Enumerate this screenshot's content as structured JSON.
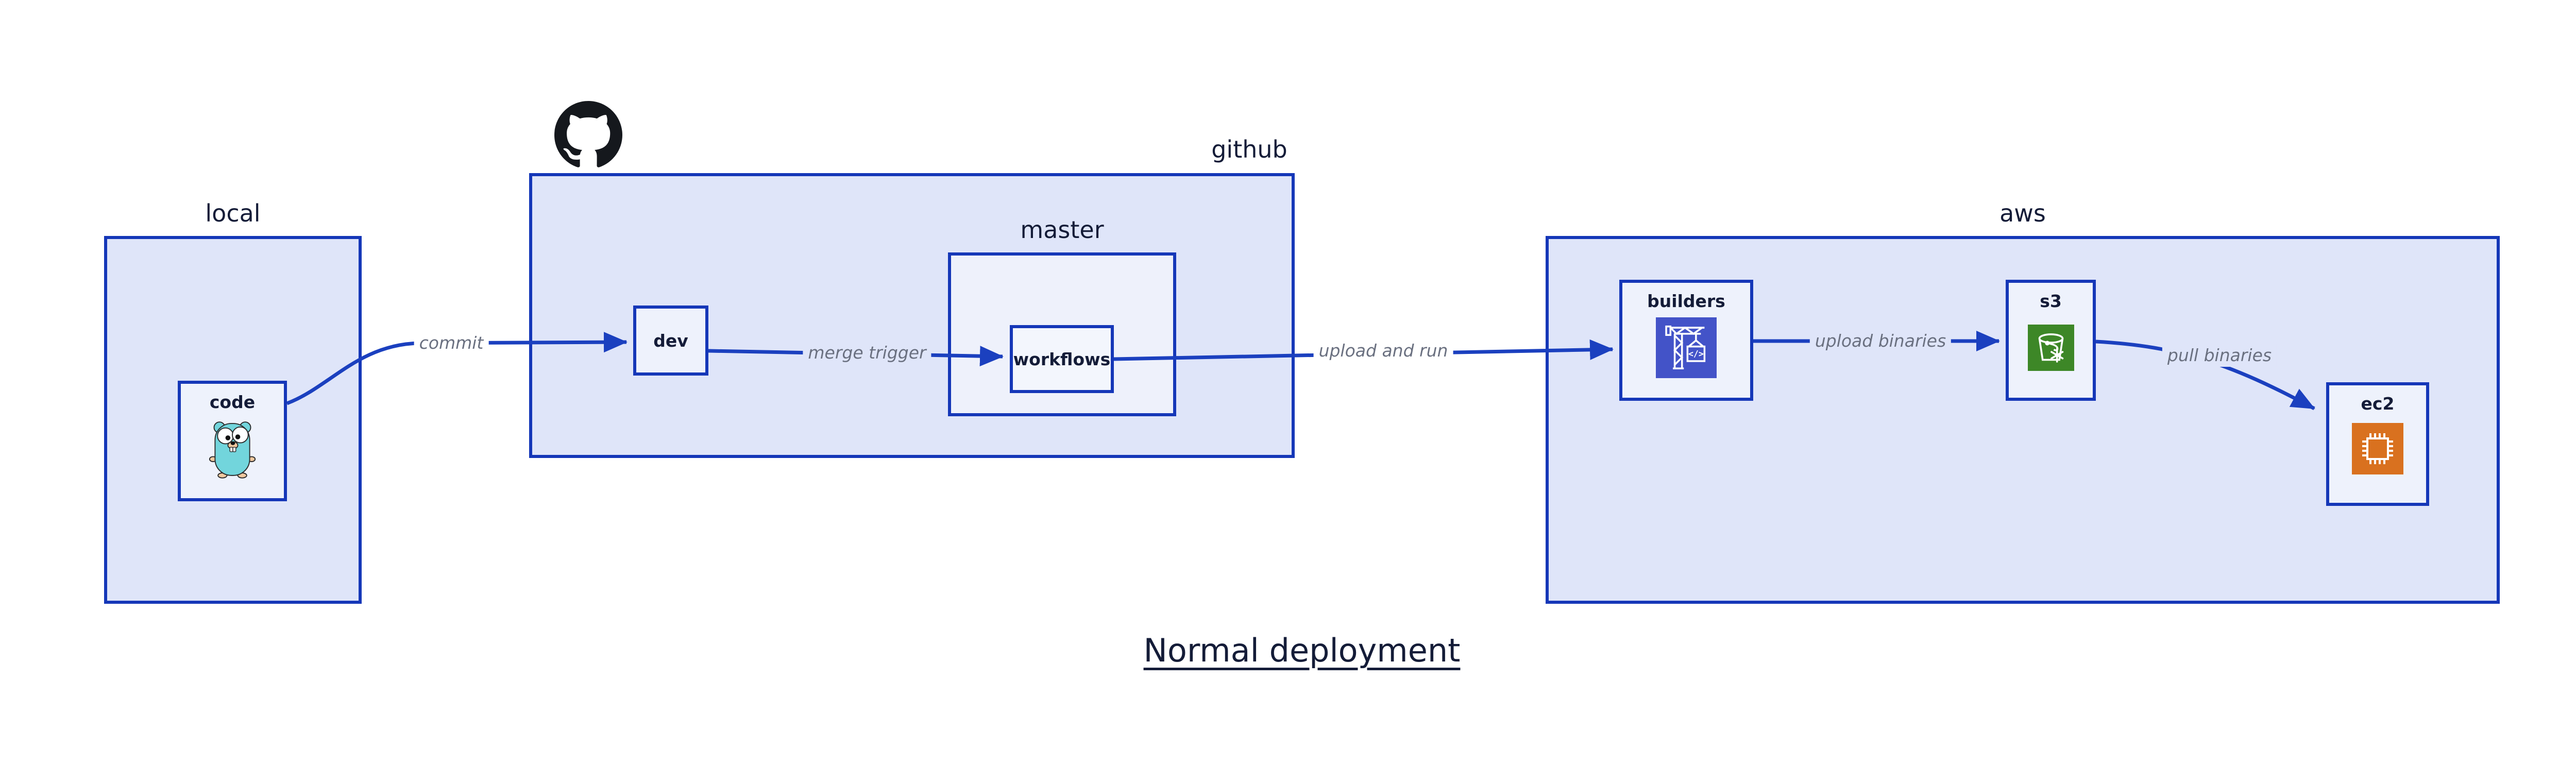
{
  "title": {
    "text": "Normal deployment"
  },
  "containers": {
    "local": {
      "label": "local"
    },
    "github": {
      "label": "github"
    },
    "master": {
      "label": "master"
    },
    "aws": {
      "label": "aws"
    }
  },
  "nodes": {
    "code": {
      "label": "code",
      "icon": "go-gopher-icon"
    },
    "dev": {
      "label": "dev"
    },
    "workflows": {
      "label": "workflows"
    },
    "builders": {
      "label": "builders",
      "icon": "aws-codebuild-crane-icon",
      "icon_text": "</>"
    },
    "s3": {
      "label": "s3",
      "icon": "aws-s3-bucket-icon"
    },
    "ec2": {
      "label": "ec2",
      "icon": "aws-ec2-chip-icon"
    }
  },
  "edges": {
    "commit": {
      "label": "commit"
    },
    "merge_trigger": {
      "label": "merge trigger"
    },
    "upload_and_run": {
      "label": "upload and run"
    },
    "upload_binaries": {
      "label": "upload binaries"
    },
    "pull_binaries": {
      "label": "pull binaries"
    }
  },
  "colors": {
    "container_fill": "#dfe5f9",
    "master_fill": "#eef1fb",
    "node_fill": "#eef2fc",
    "border_blue": "#1537b8",
    "arrow_blue": "#1b40bf",
    "label_navy": "#141c38",
    "edge_label_gray": "#6a7080",
    "codebuild_indigo": "#4353c8",
    "s3_green": "#3d8727",
    "ec2_orange": "#d9711f",
    "octocat_black": "#15181d",
    "gopher_teal": "#72d5dc"
  }
}
